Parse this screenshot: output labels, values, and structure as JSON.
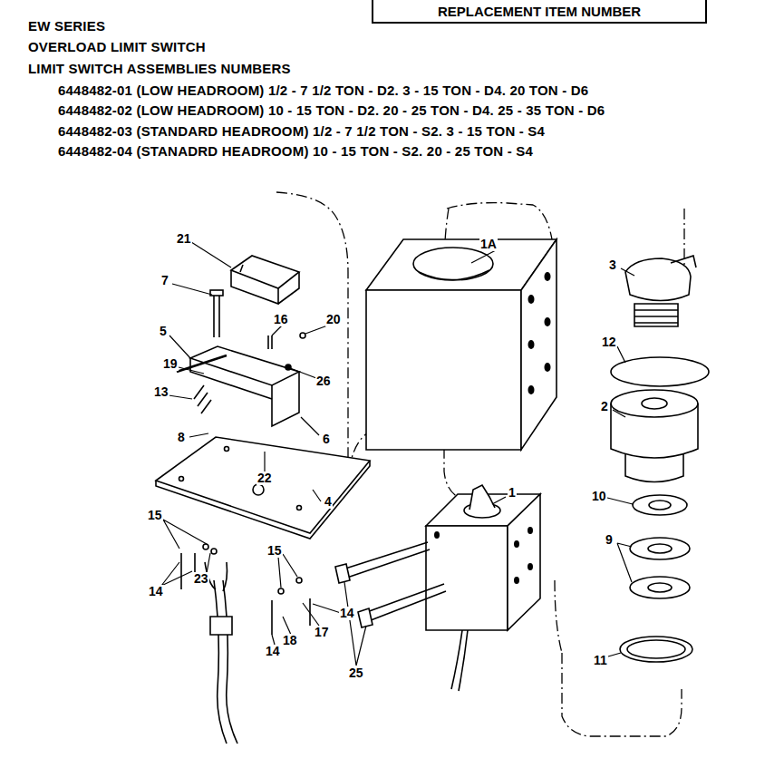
{
  "diagram": {
    "title": "EW SERIES",
    "nodes": [
      {
        "text": [
          "REPLACEMENT ITEM NUMBER"
        ]
      }
    ],
    "labels": [
      "OVERLOAD LIMIT SWITCH",
      "LIMIT SWITCH ASSEMBLIES NUMBERS",
      "6448482-01 (LOW HEADROOM) 1/2 - 7 1/2 TON - D2. 3 - 15 TON - D4. 20 TON - D6",
      "6448482-02 (LOW HEADROOM) 10 - 15 TON - D2. 20 - 25 TON - D4. 25 - 35 TON - D6",
      "6448482-03 (STANDARD HEADROOM) 1/2 - 7 1/2 TON - S2. 3 - 15 TON - S4",
      "6448482-04 (STANADRD HEADROOM) 10 - 15 TON - S2. 20 - 25 TON - S4",
      "21",
      "7",
      "16",
      "20",
      "5",
      "26",
      "19",
      "13",
      "8",
      "6",
      "22",
      "4",
      "15",
      "23",
      "14",
      "15",
      "14",
      "17",
      "18",
      "14",
      "25",
      "1A",
      "1",
      "3",
      "12",
      "2",
      "10",
      "9",
      "11"
    ]
  }
}
